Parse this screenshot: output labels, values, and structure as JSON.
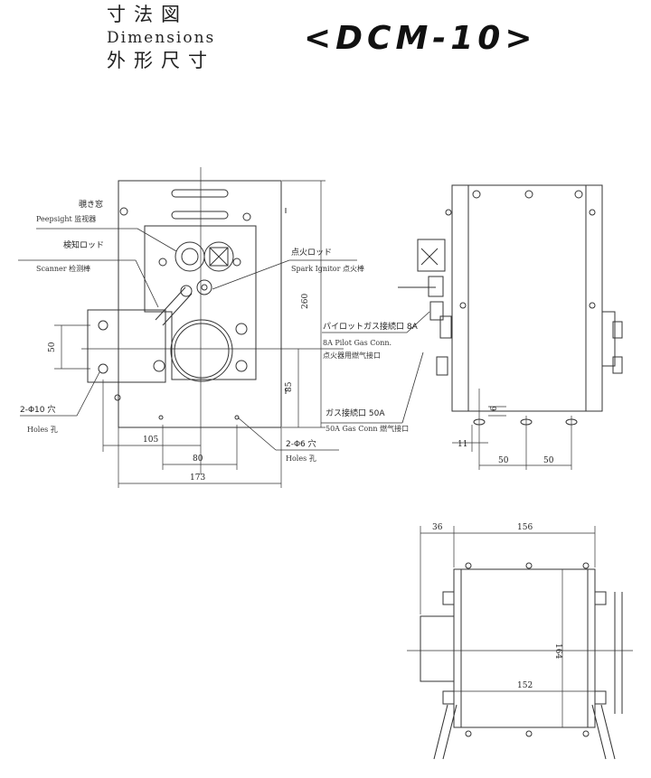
{
  "header": {
    "title_jp": "寸法図",
    "title_en": "Dimensions",
    "title_cn": "外形尺寸",
    "model": "<DCM-10>"
  },
  "front_view": {
    "peepsight": {
      "jp": "覗き窓",
      "en_cn": "Peepsight  监视器"
    },
    "scanner": {
      "jp": "検知ロッド",
      "en_cn": "Scanner  检测棒"
    },
    "spark": {
      "jp": "点火ロッド",
      "en_cn": "Spark Ignitor  点火棒"
    },
    "pilot_gas": {
      "jp": "パイロットガス接続口 8A",
      "en": "8A Pilot Gas Conn.",
      "cn": "点火器用燃气接口"
    },
    "gas_conn": {
      "jp": "ガス接続口  50A",
      "en_cn": "50A Gas Conn  燃气接口"
    },
    "holes10": {
      "spec": "2-Φ10  穴",
      "en_cn": "Holes  孔"
    },
    "holes6": {
      "spec": "2-Φ6  穴",
      "en_cn": "Holes  孔"
    },
    "dims": {
      "h260": "260",
      "h85": "85",
      "h50": "50",
      "w105": "105",
      "w80": "80",
      "w173": "173"
    }
  },
  "side_view": {
    "dims": {
      "d6": "6",
      "d11": "11",
      "d50a": "50",
      "d50b": "50"
    }
  },
  "bottom_view": {
    "dims": {
      "w36": "36",
      "w156": "156",
      "w152": "152",
      "h164": "164"
    }
  }
}
